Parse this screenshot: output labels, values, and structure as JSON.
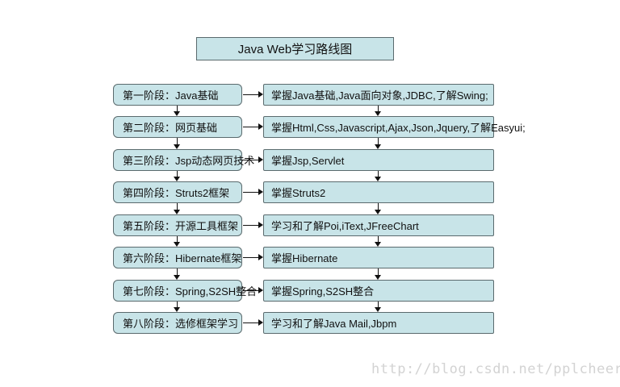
{
  "title": "Java Web学习路线图",
  "watermark": "http://blog.csdn.net/pplcheer",
  "colors": {
    "background": "#ffffff",
    "box_fill": "#c8e4e8",
    "box_border": "#5a6a6d",
    "connector": "#111111",
    "watermark_text": "#d3d3d3"
  },
  "stages": [
    {
      "label": "第一阶段：Java基础",
      "detail": "掌握Java基础,Java面向对象,JDBC,了解Swing;"
    },
    {
      "label": "第二阶段：网页基础",
      "detail": "掌握Html,Css,Javascript,Ajax,Json,Jquery,了解Easyui;"
    },
    {
      "label": "第三阶段：Jsp动态网页技术",
      "detail": "掌握Jsp,Servlet"
    },
    {
      "label": "第四阶段：Struts2框架",
      "detail": "掌握Struts2"
    },
    {
      "label": "第五阶段：开源工具框架",
      "detail": "学习和了解Poi,iText,JFreeChart"
    },
    {
      "label": "第六阶段：Hibernate框架",
      "detail": "掌握Hibernate"
    },
    {
      "label": "第七阶段：Spring,S2SH整合",
      "detail": "掌握Spring,S2SH整合"
    },
    {
      "label": "第八阶段：选修框架学习",
      "detail": "学习和了解Java Mail,Jbpm"
    }
  ]
}
